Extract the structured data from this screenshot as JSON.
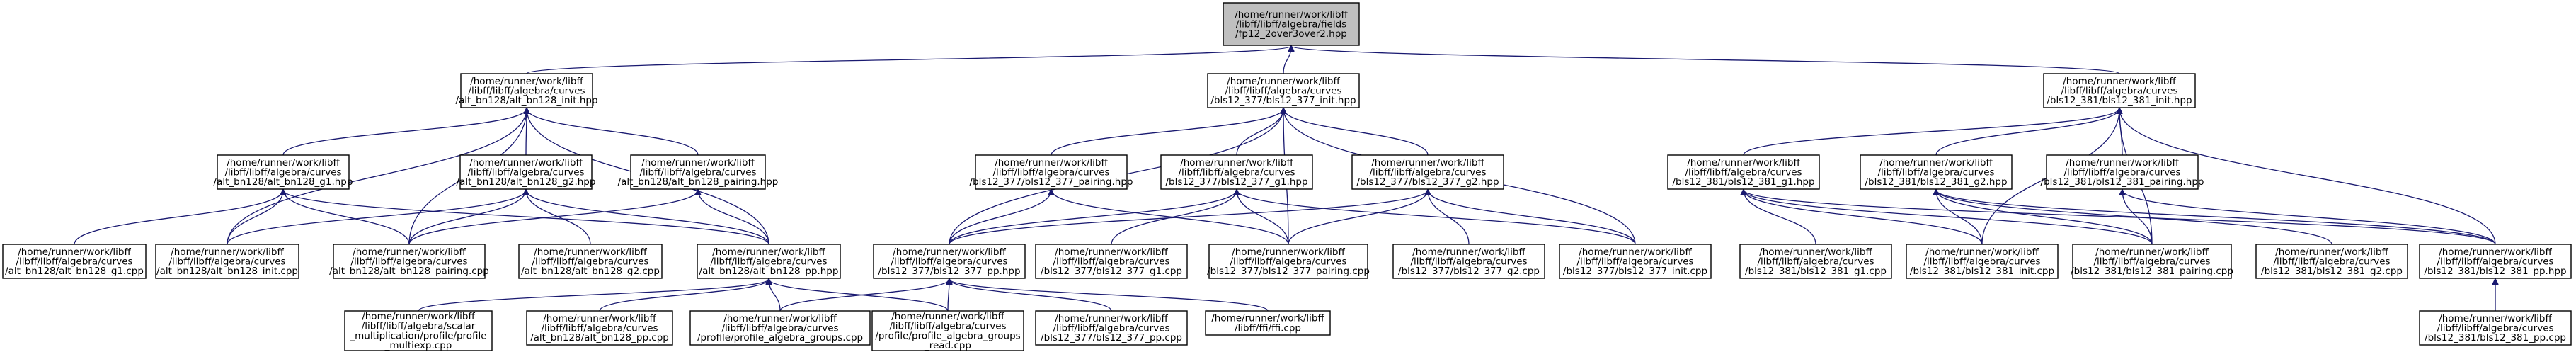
{
  "graph": {
    "edge_color": "#191970",
    "root_fill": "#bfbfbf",
    "nodes": [
      {
        "id": "root",
        "name": "fp12-2over3over2-hpp",
        "lines": [
          "/home/runner/work/libff",
          "/libff/libff/algebra/fields",
          "/fp12_2over3over2.hpp"
        ]
      },
      {
        "id": "alt_init_hpp",
        "name": "alt-bn128-init-hpp",
        "lines": [
          "/home/runner/work/libff",
          "/libff/libff/algebra/curves",
          "/alt_bn128/alt_bn128_init.hpp"
        ]
      },
      {
        "id": "b377_init_hpp",
        "name": "bls12-377-init-hpp",
        "lines": [
          "/home/runner/work/libff",
          "/libff/libff/algebra/curves",
          "/bls12_377/bls12_377_init.hpp"
        ]
      },
      {
        "id": "b381_init_hpp",
        "name": "bls12-381-init-hpp",
        "lines": [
          "/home/runner/work/libff",
          "/libff/libff/algebra/curves",
          "/bls12_381/bls12_381_init.hpp"
        ]
      },
      {
        "id": "alt_g1_hpp",
        "name": "alt-bn128-g1-hpp",
        "lines": [
          "/home/runner/work/libff",
          "/libff/libff/algebra/curves",
          "/alt_bn128/alt_bn128_g1.hpp"
        ]
      },
      {
        "id": "alt_g2_hpp",
        "name": "alt-bn128-g2-hpp",
        "lines": [
          "/home/runner/work/libff",
          "/libff/libff/algebra/curves",
          "/alt_bn128/alt_bn128_g2.hpp"
        ]
      },
      {
        "id": "alt_pairing_hpp",
        "name": "alt-bn128-pairing-hpp",
        "lines": [
          "/home/runner/work/libff",
          "/libff/libff/algebra/curves",
          "/alt_bn128/alt_bn128_pairing.hpp"
        ]
      },
      {
        "id": "b377_pairing_hpp",
        "name": "bls12-377-pairing-hpp",
        "lines": [
          "/home/runner/work/libff",
          "/libff/libff/algebra/curves",
          "/bls12_377/bls12_377_pairing.hpp"
        ]
      },
      {
        "id": "b377_g1_hpp",
        "name": "bls12-377-g1-hpp",
        "lines": [
          "/home/runner/work/libff",
          "/libff/libff/algebra/curves",
          "/bls12_377/bls12_377_g1.hpp"
        ]
      },
      {
        "id": "b377_g2_hpp",
        "name": "bls12-377-g2-hpp",
        "lines": [
          "/home/runner/work/libff",
          "/libff/libff/algebra/curves",
          "/bls12_377/bls12_377_g2.hpp"
        ]
      },
      {
        "id": "b381_g1_hpp",
        "name": "bls12-381-g1-hpp",
        "lines": [
          "/home/runner/work/libff",
          "/libff/libff/algebra/curves",
          "/bls12_381/bls12_381_g1.hpp"
        ]
      },
      {
        "id": "b381_g2_hpp",
        "name": "bls12-381-g2-hpp",
        "lines": [
          "/home/runner/work/libff",
          "/libff/libff/algebra/curves",
          "/bls12_381/bls12_381_g2.hpp"
        ]
      },
      {
        "id": "b381_pairing_hpp",
        "name": "bls12-381-pairing-hpp",
        "lines": [
          "/home/runner/work/libff",
          "/libff/libff/algebra/curves",
          "/bls12_381/bls12_381_pairing.hpp"
        ]
      },
      {
        "id": "alt_g1_cpp",
        "name": "alt-bn128-g1-cpp",
        "lines": [
          "/home/runner/work/libff",
          "/libff/libff/algebra/curves",
          "/alt_bn128/alt_bn128_g1.cpp"
        ]
      },
      {
        "id": "alt_init_cpp",
        "name": "alt-bn128-init-cpp",
        "lines": [
          "/home/runner/work/libff",
          "/libff/libff/algebra/curves",
          "/alt_bn128/alt_bn128_init.cpp"
        ]
      },
      {
        "id": "alt_pairing_cpp",
        "name": "alt-bn128-pairing-cpp",
        "lines": [
          "/home/runner/work/libff",
          "/libff/libff/algebra/curves",
          "/alt_bn128/alt_bn128_pairing.cpp"
        ]
      },
      {
        "id": "alt_g2_cpp",
        "name": "alt-bn128-g2-cpp",
        "lines": [
          "/home/runner/work/libff",
          "/libff/libff/algebra/curves",
          "/alt_bn128/alt_bn128_g2.cpp"
        ]
      },
      {
        "id": "alt_pp_hpp",
        "name": "alt-bn128-pp-hpp",
        "lines": [
          "/home/runner/work/libff",
          "/libff/libff/algebra/curves",
          "/alt_bn128/alt_bn128_pp.hpp"
        ]
      },
      {
        "id": "b377_pp_hpp",
        "name": "bls12-377-pp-hpp",
        "lines": [
          "/home/runner/work/libff",
          "/libff/libff/algebra/curves",
          "/bls12_377/bls12_377_pp.hpp"
        ]
      },
      {
        "id": "b377_g1_cpp",
        "name": "bls12-377-g1-cpp",
        "lines": [
          "/home/runner/work/libff",
          "/libff/libff/algebra/curves",
          "/bls12_377/bls12_377_g1.cpp"
        ]
      },
      {
        "id": "b377_pairing_cpp",
        "name": "bls12-377-pairing-cpp",
        "lines": [
          "/home/runner/work/libff",
          "/libff/libff/algebra/curves",
          "/bls12_377/bls12_377_pairing.cpp"
        ]
      },
      {
        "id": "b377_g2_cpp",
        "name": "bls12-377-g2-cpp",
        "lines": [
          "/home/runner/work/libff",
          "/libff/libff/algebra/curves",
          "/bls12_377/bls12_377_g2.cpp"
        ]
      },
      {
        "id": "b377_init_cpp",
        "name": "bls12-377-init-cpp",
        "lines": [
          "/home/runner/work/libff",
          "/libff/libff/algebra/curves",
          "/bls12_377/bls12_377_init.cpp"
        ]
      },
      {
        "id": "b381_g1_cpp",
        "name": "bls12-381-g1-cpp",
        "lines": [
          "/home/runner/work/libff",
          "/libff/libff/algebra/curves",
          "/bls12_381/bls12_381_g1.cpp"
        ]
      },
      {
        "id": "b381_init_cpp",
        "name": "bls12-381-init-cpp",
        "lines": [
          "/home/runner/work/libff",
          "/libff/libff/algebra/curves",
          "/bls12_381/bls12_381_init.cpp"
        ]
      },
      {
        "id": "b381_pairing_cpp",
        "name": "bls12-381-pairing-cpp",
        "lines": [
          "/home/runner/work/libff",
          "/libff/libff/algebra/curves",
          "/bls12_381/bls12_381_pairing.cpp"
        ]
      },
      {
        "id": "b381_g2_cpp",
        "name": "bls12-381-g2-cpp",
        "lines": [
          "/home/runner/work/libff",
          "/libff/libff/algebra/curves",
          "/bls12_381/bls12_381_g2.cpp"
        ]
      },
      {
        "id": "b381_pp_hpp",
        "name": "bls12-381-pp-hpp",
        "lines": [
          "/home/runner/work/libff",
          "/libff/libff/algebra/curves",
          "/bls12_381/bls12_381_pp.hpp"
        ]
      },
      {
        "id": "multiexp_cpp",
        "name": "profile-multiexp-cpp",
        "lines": [
          "/home/runner/work/libff",
          "/libff/libff/algebra/scalar",
          "_multiplication/profile/profile",
          "_multiexp.cpp"
        ]
      },
      {
        "id": "alt_pp_cpp",
        "name": "alt-bn128-pp-cpp",
        "lines": [
          "/home/runner/work/libff",
          "/libff/libff/algebra/curves",
          "/alt_bn128/alt_bn128_pp.cpp"
        ]
      },
      {
        "id": "prof_groups_cpp",
        "name": "profile-algebra-groups-cpp",
        "lines": [
          "/home/runner/work/libff",
          "/libff/libff/algebra/curves",
          "/profile/profile_algebra_groups.cpp"
        ]
      },
      {
        "id": "prof_groups_read_cpp",
        "name": "profile-algebra-groups-read-cpp",
        "lines": [
          "/home/runner/work/libff",
          "/libff/libff/algebra/curves",
          "/profile/profile_algebra_groups",
          "_read.cpp"
        ]
      },
      {
        "id": "b377_pp_cpp",
        "name": "bls12-377-pp-cpp",
        "lines": [
          "/home/runner/work/libff",
          "/libff/libff/algebra/curves",
          "/bls12_377/bls12_377_pp.cpp"
        ]
      },
      {
        "id": "ffi_cpp",
        "name": "ffi-cpp",
        "lines": [
          "/home/runner/work/libff",
          "/libff/ffi/ffi.cpp"
        ]
      },
      {
        "id": "b381_pp_cpp",
        "name": "bls12-381-pp-cpp",
        "lines": [
          "/home/runner/work/libff",
          "/libff/libff/algebra/curves",
          "/bls12_381/bls12_381_pp.cpp"
        ]
      }
    ],
    "edges": [
      [
        "alt_init_hpp",
        "root"
      ],
      [
        "b377_init_hpp",
        "root"
      ],
      [
        "b381_init_hpp",
        "root"
      ],
      [
        "alt_g1_hpp",
        "alt_init_hpp"
      ],
      [
        "alt_g2_hpp",
        "alt_init_hpp"
      ],
      [
        "alt_pairing_hpp",
        "alt_init_hpp"
      ],
      [
        "alt_init_cpp",
        "alt_init_hpp"
      ],
      [
        "alt_pairing_cpp",
        "alt_init_hpp"
      ],
      [
        "alt_pp_hpp",
        "alt_init_hpp"
      ],
      [
        "alt_g1_cpp",
        "alt_g1_hpp"
      ],
      [
        "alt_init_cpp",
        "alt_g1_hpp"
      ],
      [
        "alt_pairing_cpp",
        "alt_g1_hpp"
      ],
      [
        "alt_pp_hpp",
        "alt_g1_hpp"
      ],
      [
        "alt_init_cpp",
        "alt_g2_hpp"
      ],
      [
        "alt_pairing_cpp",
        "alt_g2_hpp"
      ],
      [
        "alt_g2_cpp",
        "alt_g2_hpp"
      ],
      [
        "alt_pp_hpp",
        "alt_g2_hpp"
      ],
      [
        "alt_pairing_cpp",
        "alt_pairing_hpp"
      ],
      [
        "alt_pp_hpp",
        "alt_pairing_hpp"
      ],
      [
        "multiexp_cpp",
        "alt_pp_hpp"
      ],
      [
        "alt_pp_cpp",
        "alt_pp_hpp"
      ],
      [
        "prof_groups_cpp",
        "alt_pp_hpp"
      ],
      [
        "prof_groups_read_cpp",
        "alt_pp_hpp"
      ],
      [
        "b377_pairing_hpp",
        "b377_init_hpp"
      ],
      [
        "b377_g1_hpp",
        "b377_init_hpp"
      ],
      [
        "b377_g2_hpp",
        "b377_init_hpp"
      ],
      [
        "b377_pp_hpp",
        "b377_init_hpp"
      ],
      [
        "b377_pairing_cpp",
        "b377_init_hpp"
      ],
      [
        "b377_init_cpp",
        "b377_init_hpp"
      ],
      [
        "b377_pp_hpp",
        "b377_pairing_hpp"
      ],
      [
        "b377_pairing_cpp",
        "b377_pairing_hpp"
      ],
      [
        "b377_pp_hpp",
        "b377_g1_hpp"
      ],
      [
        "b377_g1_cpp",
        "b377_g1_hpp"
      ],
      [
        "b377_pairing_cpp",
        "b377_g1_hpp"
      ],
      [
        "b377_init_cpp",
        "b377_g1_hpp"
      ],
      [
        "b377_pp_hpp",
        "b377_g2_hpp"
      ],
      [
        "b377_pairing_cpp",
        "b377_g2_hpp"
      ],
      [
        "b377_g2_cpp",
        "b377_g2_hpp"
      ],
      [
        "b377_init_cpp",
        "b377_g2_hpp"
      ],
      [
        "prof_groups_cpp",
        "b377_pp_hpp"
      ],
      [
        "prof_groups_read_cpp",
        "b377_pp_hpp"
      ],
      [
        "b377_pp_cpp",
        "b377_pp_hpp"
      ],
      [
        "ffi_cpp",
        "b377_pp_hpp"
      ],
      [
        "b381_g1_hpp",
        "b381_init_hpp"
      ],
      [
        "b381_g2_hpp",
        "b381_init_hpp"
      ],
      [
        "b381_pairing_hpp",
        "b381_init_hpp"
      ],
      [
        "b381_init_cpp",
        "b381_init_hpp"
      ],
      [
        "b381_pairing_cpp",
        "b381_init_hpp"
      ],
      [
        "b381_pp_hpp",
        "b381_init_hpp"
      ],
      [
        "b381_g1_cpp",
        "b381_g1_hpp"
      ],
      [
        "b381_init_cpp",
        "b381_g1_hpp"
      ],
      [
        "b381_pairing_cpp",
        "b381_g1_hpp"
      ],
      [
        "b381_pp_hpp",
        "b381_g1_hpp"
      ],
      [
        "b381_init_cpp",
        "b381_g2_hpp"
      ],
      [
        "b381_pairing_cpp",
        "b381_g2_hpp"
      ],
      [
        "b381_g2_cpp",
        "b381_g2_hpp"
      ],
      [
        "b381_pp_hpp",
        "b381_g2_hpp"
      ],
      [
        "b381_pairing_cpp",
        "b381_pairing_hpp"
      ],
      [
        "b381_pp_hpp",
        "b381_pairing_hpp"
      ],
      [
        "b381_pp_cpp",
        "b381_pp_hpp"
      ]
    ]
  }
}
